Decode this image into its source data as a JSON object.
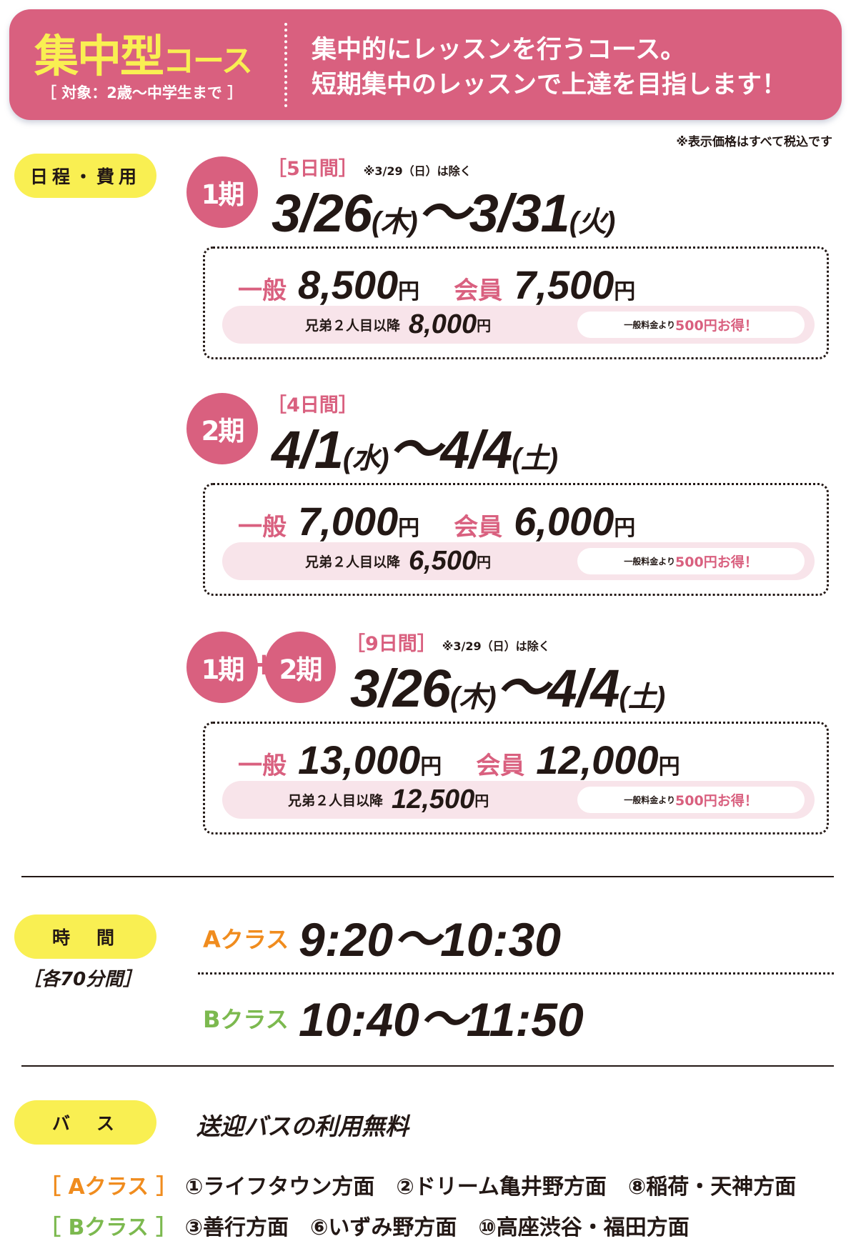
{
  "header": {
    "title_main": "集中型",
    "title_sub": "コース",
    "target": "［ 対象：2歳〜中学生まで ］",
    "desc_line1": "集中的にレッスンを行うコース。",
    "desc_line2": "短期集中のレッスンで上達を目指します！"
  },
  "tax_note": "※表示価格はすべて税込です",
  "schedule": {
    "label": "日程・費用",
    "periods": [
      {
        "badges": [
          "1期"
        ],
        "days": "［5日間］",
        "days_note": "※3/29（日）は除く",
        "start": "3/26",
        "start_dow": "(木)",
        "sep": "〜",
        "end": "3/31",
        "end_dow": "(火)",
        "general_label": "一般",
        "general_price": "8,500",
        "member_label": "会員",
        "member_price": "7,500",
        "yen": "円",
        "sibling_label": "兄弟２人目以降",
        "sibling_price": "8,000",
        "save_prefix": "一般料金より",
        "save_amount": "500円お得！"
      },
      {
        "badges": [
          "2期"
        ],
        "days": "［4日間］",
        "days_note": "",
        "start": "4/1",
        "start_dow": "(水)",
        "sep": "〜",
        "end": "4/4",
        "end_dow": "(土)",
        "general_label": "一般",
        "general_price": "7,000",
        "member_label": "会員",
        "member_price": "6,000",
        "yen": "円",
        "sibling_label": "兄弟２人目以降",
        "sibling_price": "6,500",
        "save_prefix": "一般料金より",
        "save_amount": "500円お得！"
      },
      {
        "badges": [
          "1期",
          "2期"
        ],
        "plus": "+",
        "days": "［9日間］",
        "days_note": "※3/29（日）は除く",
        "start": "3/26",
        "start_dow": "(木)",
        "sep": "〜",
        "end": "4/4",
        "end_dow": "(土)",
        "general_label": "一般",
        "general_price": "13,000",
        "member_label": "会員",
        "member_price": "12,000",
        "yen": "円",
        "sibling_label": "兄弟２人目以降",
        "sibling_price": "12,500",
        "save_prefix": "一般料金より",
        "save_amount": "500円お得！"
      }
    ]
  },
  "time": {
    "label": "時　間",
    "duration": "［各70分間］",
    "classes": [
      {
        "name": "Aクラス",
        "time": "9:20〜10:30",
        "color": "#f08c1e"
      },
      {
        "name": "Bクラス",
        "time": "10:40〜11:50",
        "color": "#7cb94f"
      }
    ]
  },
  "bus": {
    "label": "バ　ス",
    "text": "送迎バスの利用無料",
    "routes": [
      {
        "class": "［ Aクラス ］",
        "color": "#f08c1e",
        "areas": "①ライフタウン方面　②ドリーム亀井野方面　⑧稲荷・天神方面"
      },
      {
        "class": "［ Bクラス ］",
        "color": "#7cb94f",
        "areas": "③善行方面　⑥いずみ野方面　⑩高座渋谷・福田方面"
      }
    ]
  },
  "colors": {
    "pink": "#d9607f",
    "yellow": "#f9ef52",
    "light_pink": "#f8e4ea"
  }
}
